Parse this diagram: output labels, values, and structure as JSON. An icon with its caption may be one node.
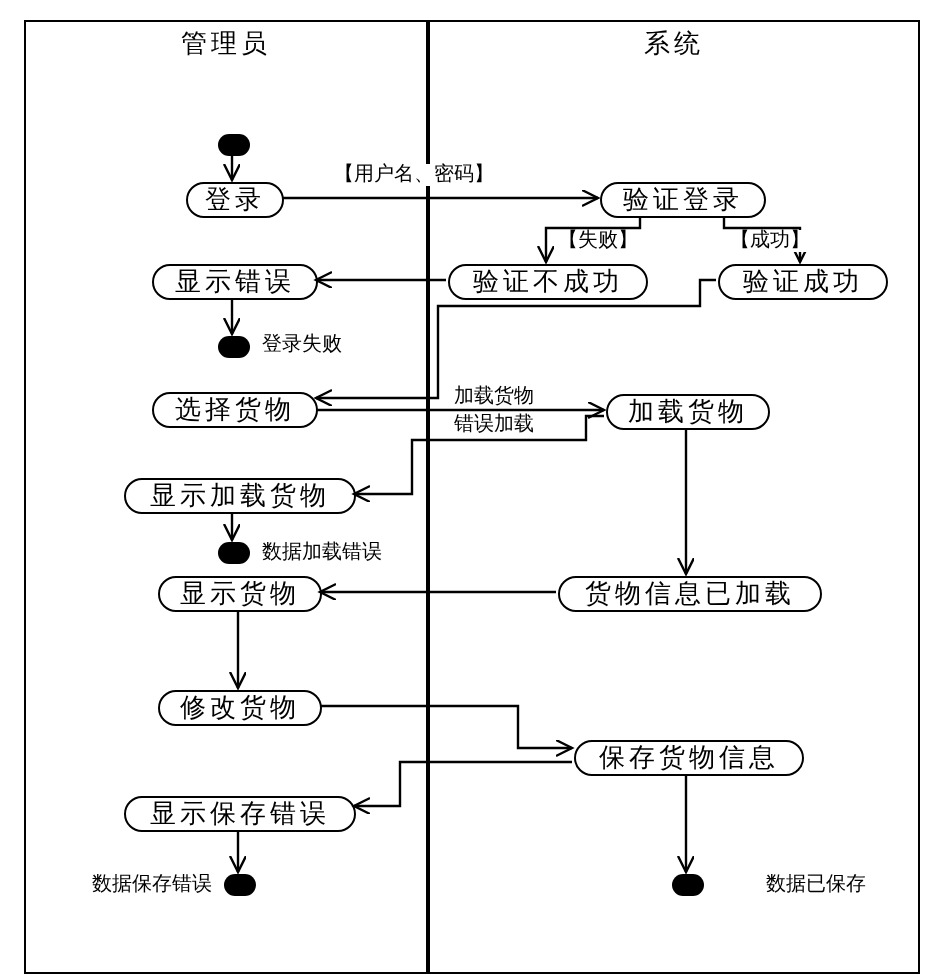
{
  "diagram": {
    "nodes": [
      {
        "text": [
          "管理员"
        ]
      },
      {
        "text": [
          "系统"
        ]
      },
      {
        "text": [],
        "shape": "circle",
        "in": 0
      },
      {
        "text": [
          "登录"
        ],
        "in": 0
      },
      {
        "text": [
          "验证登录"
        ],
        "in": 1
      },
      {
        "text": [
          "验证不成功"
        ],
        "in": 1
      },
      {
        "text": [
          "验证成功"
        ],
        "in": 1
      },
      {
        "text": [
          "显示错误"
        ],
        "in": 0
      },
      {
        "text": [],
        "shape": "circle",
        "in": 0,
        "beside": [
          "登录失败"
        ]
      },
      {
        "text": [
          "选择货物"
        ],
        "in": 0
      },
      {
        "text": [
          "加载货物"
        ],
        "in": 1
      },
      {
        "text": [
          "显示加载货物"
        ],
        "in": 0
      },
      {
        "text": [],
        "shape": "circle",
        "in": 0,
        "beside": [
          "数据加载错误"
        ]
      },
      {
        "text": [
          "显示货物"
        ],
        "in": 0
      },
      {
        "text": [
          "货物信息已加载"
        ],
        "in": 1
      },
      {
        "text": [
          "修改货物"
        ],
        "in": 0
      },
      {
        "text": [
          "保存货物信息"
        ],
        "in": 1
      },
      {
        "text": [
          "显示保存错误"
        ],
        "in": 0
      },
      {
        "text": [],
        "shape": "circle",
        "in": 0,
        "beside": [
          "数据保存错误"
        ]
      },
      {
        "text": [],
        "shape": "circle",
        "in": 1,
        "beside": [
          "数据已保存"
        ]
      }
    ],
    "edges": [
      {
        "from": 2,
        "to": 3,
        "arrow": "to"
      },
      {
        "from": 3,
        "to": 4,
        "arrow": "to",
        "label": "【用户名、密码】"
      },
      {
        "from": 4,
        "to": 5,
        "arrow": "to",
        "label": "【失败】"
      },
      {
        "from": 4,
        "to": 6,
        "arrow": "to",
        "label": "【成功】"
      },
      {
        "from": 5,
        "to": 7,
        "arrow": "to"
      },
      {
        "from": 7,
        "to": 8,
        "arrow": "to"
      },
      {
        "from": 6,
        "to": 9,
        "arrow": "to"
      },
      {
        "from": 9,
        "to": 10,
        "arrow": "to",
        "label": "加载货物"
      },
      {
        "from": 10,
        "to": 11,
        "arrow": "to",
        "label": "错误加载"
      },
      {
        "from": 11,
        "to": 12,
        "arrow": "to"
      },
      {
        "from": 10,
        "to": 14,
        "arrow": "to"
      },
      {
        "from": 14,
        "to": 13,
        "arrow": "to"
      },
      {
        "from": 13,
        "to": 15,
        "arrow": "to"
      },
      {
        "from": 15,
        "to": 16,
        "arrow": "to"
      },
      {
        "from": 16,
        "to": 17,
        "arrow": "to"
      },
      {
        "from": 17,
        "to": 18,
        "arrow": "to"
      },
      {
        "from": 16,
        "to": 19,
        "arrow": "to"
      }
    ]
  }
}
